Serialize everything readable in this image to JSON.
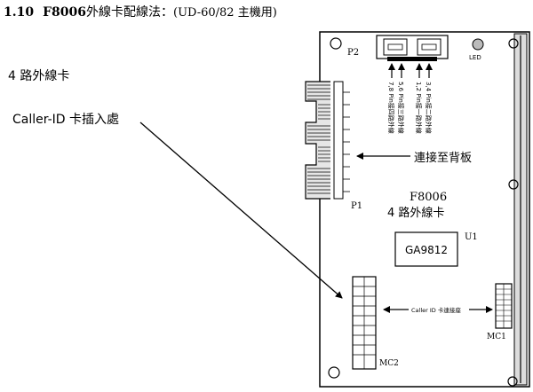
{
  "heading": {
    "number": "1.10",
    "model": "F8006",
    "title": "外線卡配線法：",
    "note": "(UD-60/82 主機用)"
  },
  "left_labels": {
    "trunk_card": "4 路外線卡",
    "caller_id_slot": "Caller-ID 卡插入處"
  },
  "board": {
    "p2": "P2",
    "p1": "P1",
    "led": "LED",
    "mc1": "MC1",
    "mc2": "MC2",
    "u1": "U1",
    "chip": "GA9812",
    "model": "F8006",
    "card_name": "4 路外線卡",
    "connect_backplane": "連接至背板",
    "caller_id_socket": "Caller ID 卡連接座",
    "pins": [
      "7,8 Pin接四路外線",
      "5,6 Pin接三路外線",
      "1,2 Pin接一路外線",
      "3,4 Pin接二路外線"
    ]
  }
}
